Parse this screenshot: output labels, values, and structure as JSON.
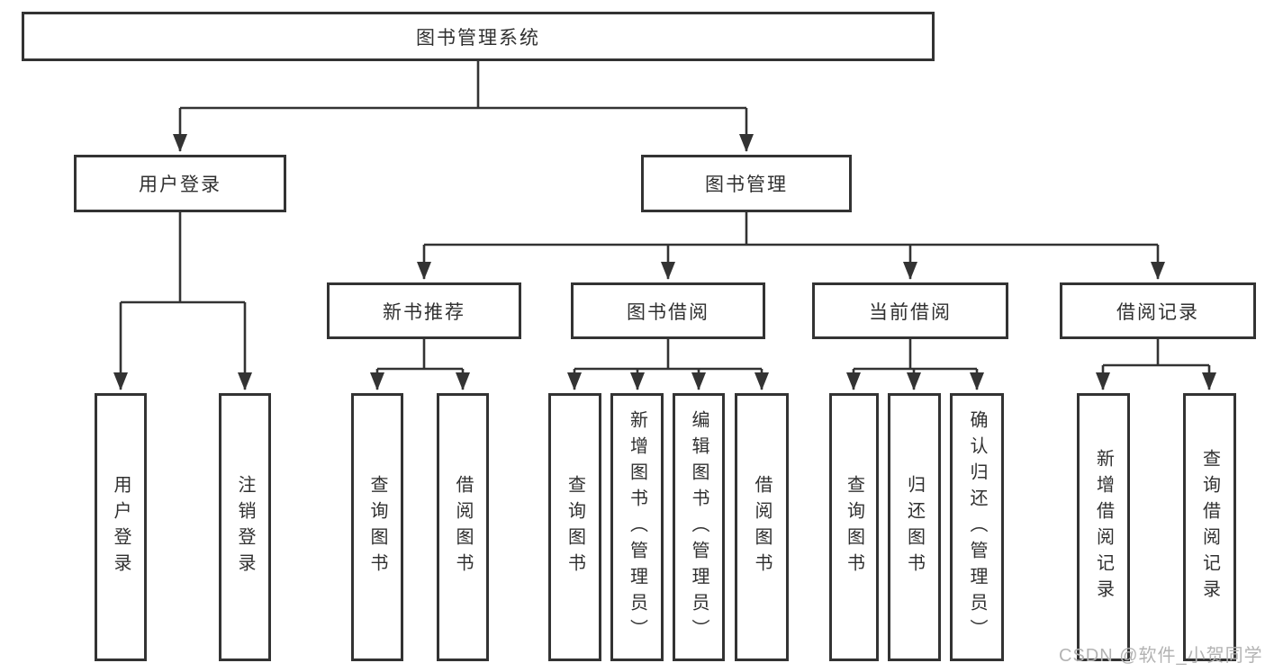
{
  "diagram": {
    "type": "hierarchy-diagram",
    "colors": {
      "background": "#ffffff",
      "line": "#333333",
      "text": "#303030",
      "watermark": "#b3b3b3"
    },
    "tree": {
      "label": "图书管理系统",
      "children": [
        {
          "label": "用户登录",
          "children": [
            {
              "label": "用户登录"
            },
            {
              "label": "注销登录"
            }
          ]
        },
        {
          "label": "图书管理",
          "children": [
            {
              "label": "新书推荐",
              "children": [
                {
                  "label": "查询图书"
                },
                {
                  "label": "借阅图书"
                }
              ]
            },
            {
              "label": "图书借阅",
              "children": [
                {
                  "label": "查询图书"
                },
                {
                  "label": "新增图书（管理员）"
                },
                {
                  "label": "编辑图书（管理员）"
                },
                {
                  "label": "借阅图书"
                }
              ]
            },
            {
              "label": "当前借阅",
              "children": [
                {
                  "label": "查询图书"
                },
                {
                  "label": "归还图书"
                },
                {
                  "label": "确认归还（管理员）"
                }
              ]
            },
            {
              "label": "借阅记录",
              "children": [
                {
                  "label": "新增借阅记录"
                },
                {
                  "label": "查询借阅记录"
                }
              ]
            }
          ]
        }
      ]
    }
  },
  "watermark": {
    "text": "CSDN @软件_小贺同学"
  }
}
